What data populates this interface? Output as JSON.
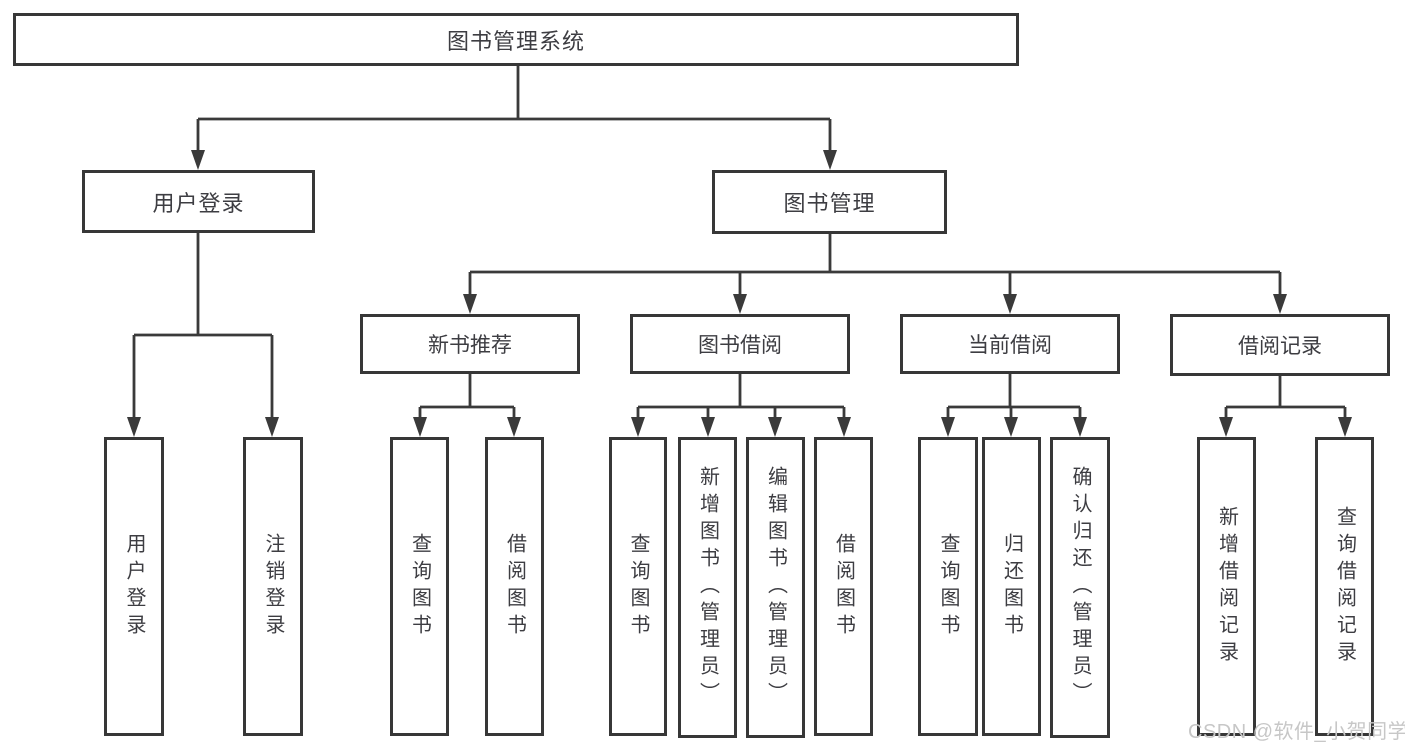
{
  "diagram": {
    "type": "hierarchy-org-chart",
    "root": {
      "label": "图书管理系统"
    },
    "branches": [
      {
        "label": "用户登录",
        "children": [
          {
            "label": "用户登录"
          },
          {
            "label": "注销登录"
          }
        ]
      },
      {
        "label": "图书管理",
        "children": [
          {
            "label": "新书推荐",
            "children": [
              {
                "label": "查询图书"
              },
              {
                "label": "借阅图书"
              }
            ]
          },
          {
            "label": "图书借阅",
            "children": [
              {
                "label": "查询图书"
              },
              {
                "label": "新增图书（管理员）"
              },
              {
                "label": "编辑图书（管理员）"
              },
              {
                "label": "借阅图书"
              }
            ]
          },
          {
            "label": "当前借阅",
            "children": [
              {
                "label": "查询图书"
              },
              {
                "label": "归还图书"
              },
              {
                "label": "确认归还（管理员）"
              }
            ]
          },
          {
            "label": "借阅记录",
            "children": [
              {
                "label": "新增借阅记录"
              },
              {
                "label": "查询借阅记录"
              }
            ]
          }
        ]
      }
    ]
  },
  "watermark": {
    "text": "CSDN @软件_小贺同学"
  },
  "colors": {
    "line": "#3a3a3a",
    "box_border": "#373737",
    "text": "#3d3d42",
    "background": "#ffffff",
    "watermark": "#c7c7c7"
  }
}
